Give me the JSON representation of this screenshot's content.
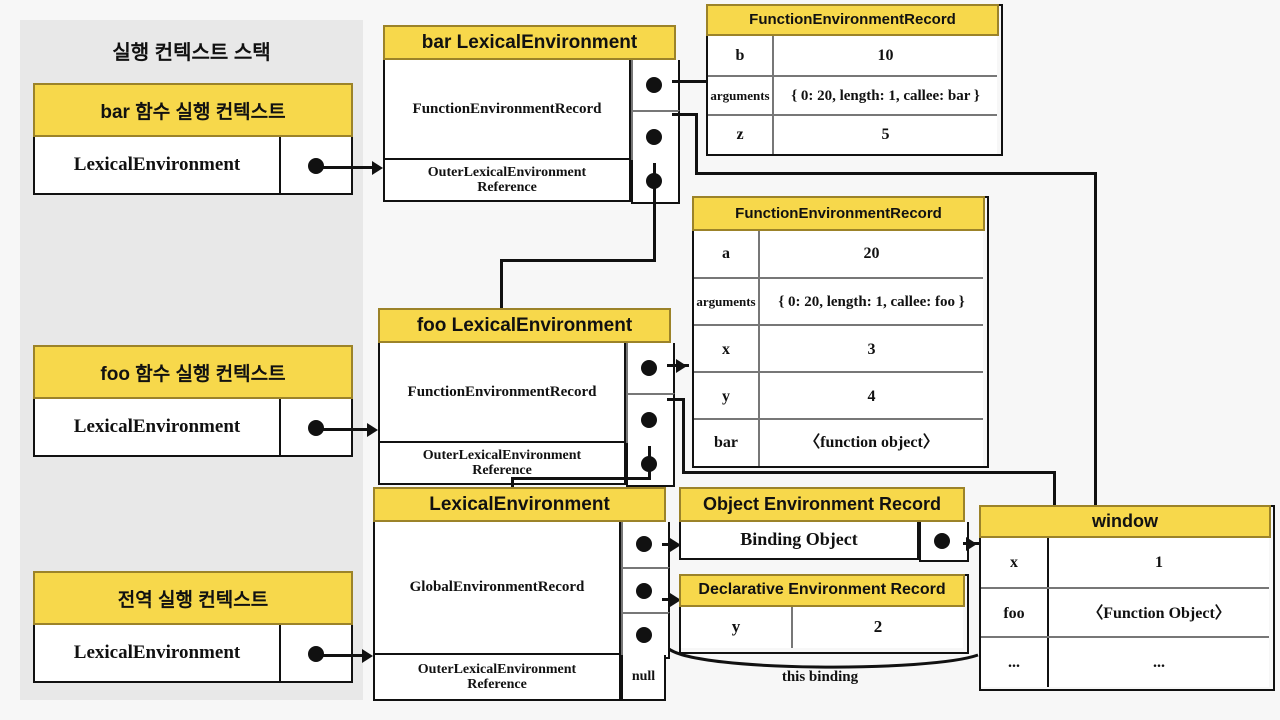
{
  "stack_panel": {
    "title": "실행 컨텍스트 스택",
    "contexts": [
      {
        "header": "bar 함수 실행 컨텍스트",
        "row_label": "LexicalEnvironment"
      },
      {
        "header": "foo 함수 실행 컨텍스트",
        "row_label": "LexicalEnvironment"
      },
      {
        "header": "전역 실행 컨텍스트",
        "row_label": "LexicalEnvironment"
      }
    ]
  },
  "bar_lex_env": {
    "header": "bar LexicalEnvironment",
    "record_label": "FunctionEnvironmentRecord",
    "outer_label": "OuterLexicalEnvironment\nReference"
  },
  "foo_lex_env": {
    "header": "foo LexicalEnvironment",
    "record_label": "FunctionEnvironmentRecord",
    "outer_label": "OuterLexicalEnvironment\nReference"
  },
  "global_lex_env": {
    "header": "LexicalEnvironment",
    "record_label": "GlobalEnvironmentRecord",
    "outer_label": "OuterLexicalEnvironment\nReference",
    "outer_value": "null"
  },
  "bar_record": {
    "header": "FunctionEnvironmentRecord",
    "rows": [
      {
        "key": "b",
        "value": "10"
      },
      {
        "key": "arguments",
        "value": "{ 0: 20, length: 1, callee: bar }"
      },
      {
        "key": "z",
        "value": "5"
      }
    ]
  },
  "foo_record": {
    "header": "FunctionEnvironmentRecord",
    "rows": [
      {
        "key": "a",
        "value": "20"
      },
      {
        "key": "arguments",
        "value": "{ 0: 20, length: 1, callee: foo }"
      },
      {
        "key": "x",
        "value": "3"
      },
      {
        "key": "y",
        "value": "4"
      },
      {
        "key": "bar",
        "value": "〈function object〉"
      }
    ]
  },
  "object_env_record": {
    "header": "Object Environment Record",
    "row_label": "Binding Object"
  },
  "declarative_env_record": {
    "header": "Declarative Environment Record",
    "rows": [
      {
        "key": "y",
        "value": "2"
      }
    ]
  },
  "window_object": {
    "header": "window",
    "rows": [
      {
        "key": "x",
        "value": "1"
      },
      {
        "key": "foo",
        "value": "〈Function Object〉"
      },
      {
        "key": "...",
        "value": "..."
      }
    ]
  },
  "annotations": {
    "this_binding": "this binding"
  },
  "colors": {
    "header_yellow": "#F7D84B",
    "header_border": "#9c8329",
    "panel_gray": "#e8e8e8",
    "line_black": "#111111",
    "page_bg": "#f7f7f7"
  }
}
